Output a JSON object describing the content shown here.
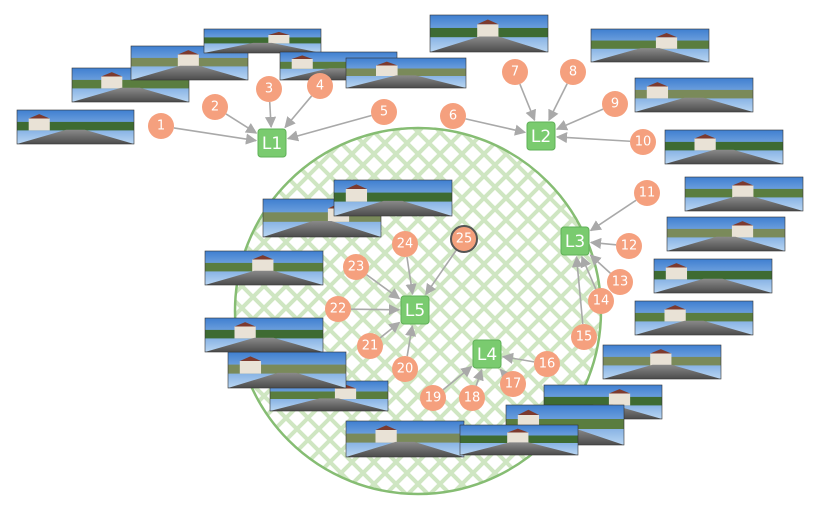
{
  "colors": {
    "node_fill": "#f5a07e",
    "node_fill_highlight": "#f4a07c",
    "landmark_fill": "#7acb6f",
    "landmark_stroke": "#5fb057",
    "arrow": "#a9a9a9",
    "circle_stroke": "#86bd73",
    "hatch": "#cfe6c2"
  },
  "landmarks": [
    {
      "id": "L1",
      "label": "L1"
    },
    {
      "id": "L2",
      "label": "L2"
    },
    {
      "id": "L3",
      "label": "L3"
    },
    {
      "id": "L4",
      "label": "L4"
    },
    {
      "id": "L5",
      "label": "L5"
    }
  ],
  "nodes": [
    {
      "label": "1",
      "target": "L1"
    },
    {
      "label": "2",
      "target": "L1"
    },
    {
      "label": "3",
      "target": "L1"
    },
    {
      "label": "4",
      "target": "L1"
    },
    {
      "label": "5",
      "target": "L1"
    },
    {
      "label": "6",
      "target": "L2"
    },
    {
      "label": "7",
      "target": "L2"
    },
    {
      "label": "8",
      "target": "L2"
    },
    {
      "label": "9",
      "target": "L2"
    },
    {
      "label": "10",
      "target": "L2"
    },
    {
      "label": "11",
      "target": "L3"
    },
    {
      "label": "12",
      "target": "L3"
    },
    {
      "label": "13",
      "target": "L3"
    },
    {
      "label": "14",
      "target": "L3"
    },
    {
      "label": "15",
      "target": "L3"
    },
    {
      "label": "16",
      "target": "L4"
    },
    {
      "label": "17",
      "target": "L4"
    },
    {
      "label": "18",
      "target": "L4"
    },
    {
      "label": "19",
      "target": "L4"
    },
    {
      "label": "20",
      "target": "L5"
    },
    {
      "label": "21",
      "target": "L5"
    },
    {
      "label": "22",
      "target": "L5"
    },
    {
      "label": "23",
      "target": "L5"
    },
    {
      "label": "24",
      "target": "L5"
    },
    {
      "label": "25",
      "target": "L5",
      "highlight": true
    }
  ]
}
